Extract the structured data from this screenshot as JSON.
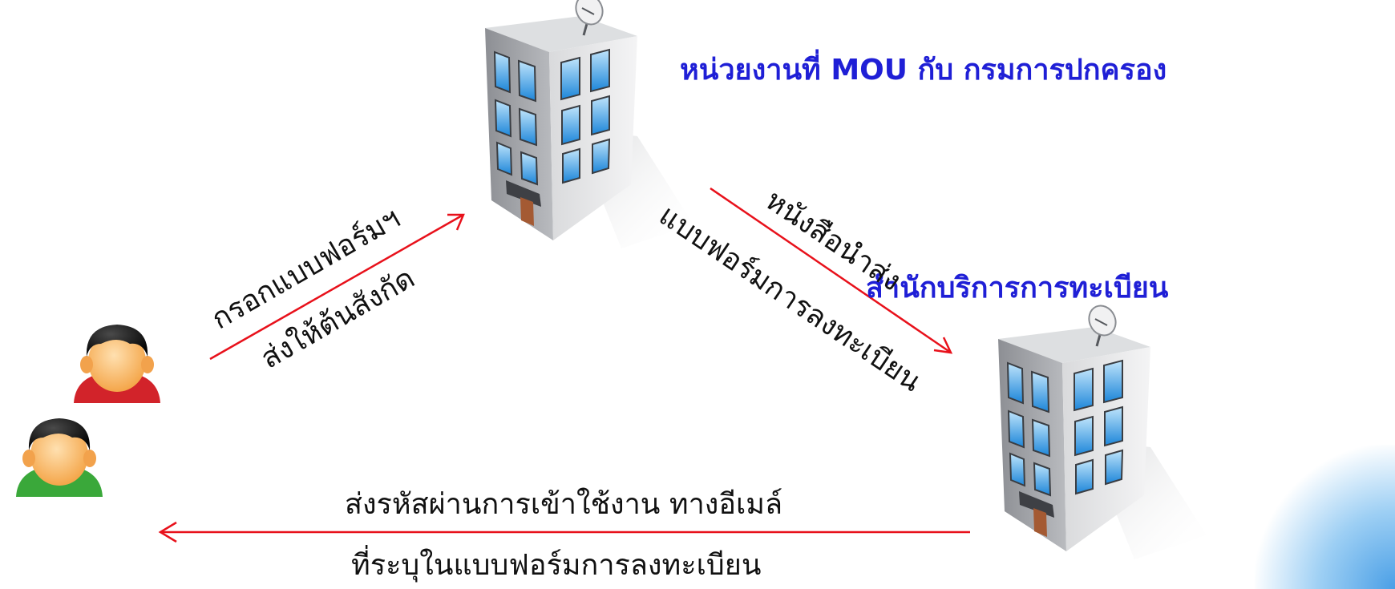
{
  "nodes": {
    "top_org": {
      "label": "หน่วยงานที่ MOU กับ กรมการปกครอง"
    },
    "registry": {
      "label": "สำนักบริการการทะเบียน"
    },
    "users": {
      "icon": "people-icon"
    }
  },
  "edges": {
    "user_to_org": {
      "line1": "กรอกแบบฟอร์มฯ",
      "line2": "ส่งให้ต้นสังกัด"
    },
    "org_to_registry": {
      "line1": "หนังสือนำส่ง",
      "line2": "แบบฟอร์มการลงทะเบียน"
    },
    "registry_to_user": {
      "line1": "ส่งรหัสผ่านการเข้าใช้งาน ทางอีเมล์",
      "line2": "ที่ระบุในแบบฟอร์มการลงทะเบียน"
    }
  },
  "colors": {
    "title": "#1f1fd6",
    "arrow": "#e8111b",
    "text": "#111111"
  }
}
